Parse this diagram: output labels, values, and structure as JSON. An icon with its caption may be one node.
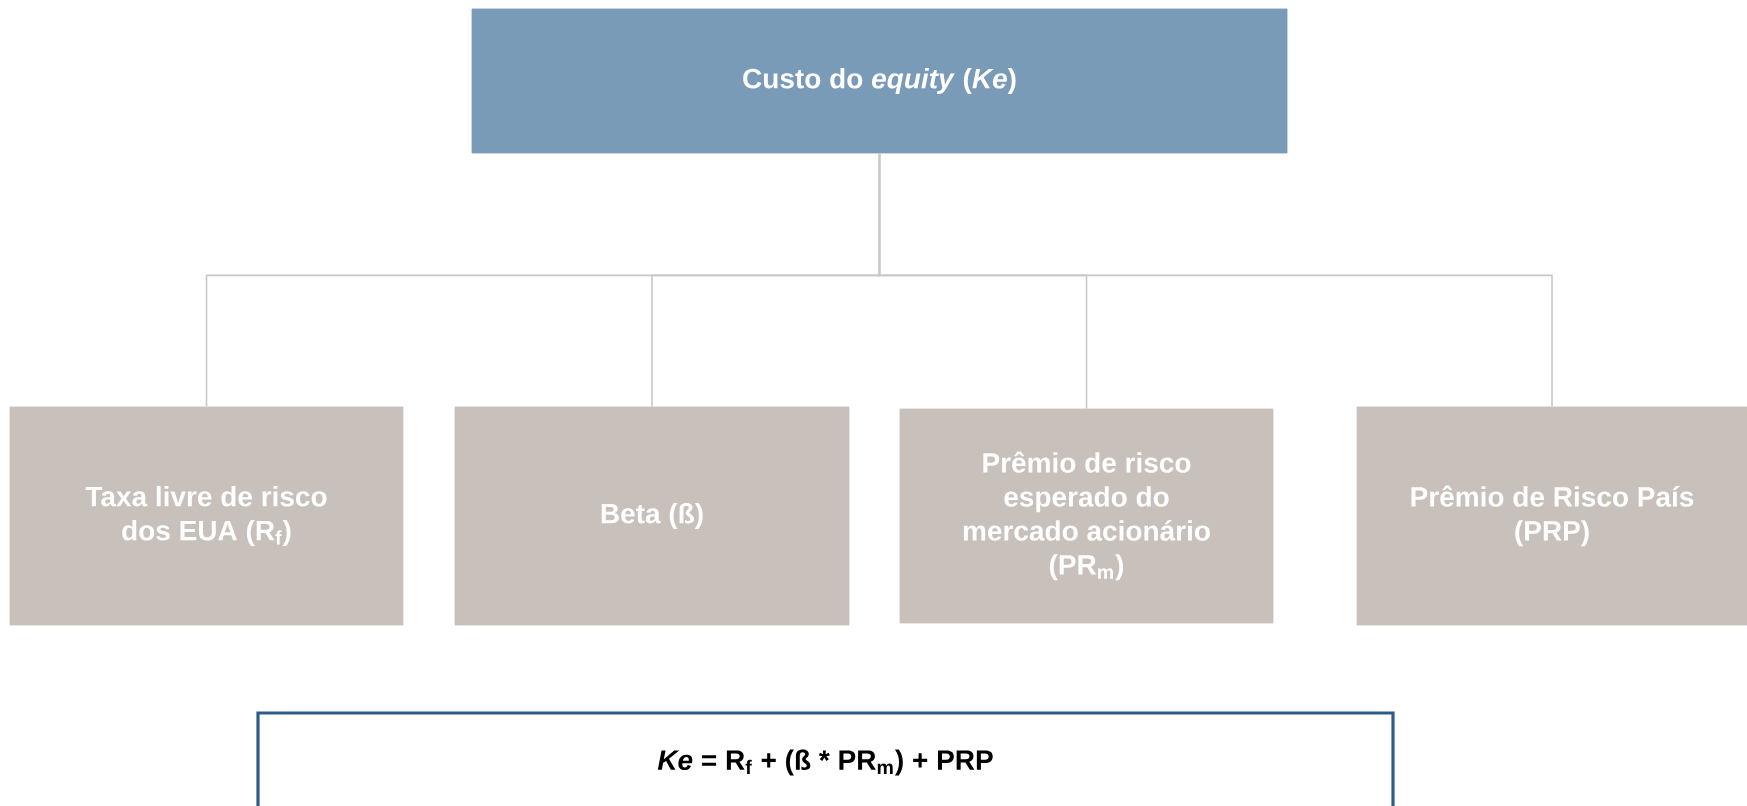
{
  "diagram": {
    "nodes": [
      {
        "text": [
          "Custo do *equity* (*Ke*)"
        ]
      },
      {
        "text": [
          "Taxa livre de risco dos EUA (R$_{f}$)"
        ]
      },
      {
        "text": [
          "Beta (ß)"
        ]
      },
      {
        "text": [
          "Prêmio de risco esperado do mercado acionário (PR$_{m}$)"
        ]
      },
      {
        "text": [
          "Prêmio de Risco País (PRP)"
        ]
      },
      {
        "text": [
          "*Ke* = R$_{f}$ + (ß * PR$_{m}$) + PRP"
        ]
      }
    ],
    "edges": [
      {
        "from": 0,
        "to": 1,
        "arrow": "none"
      },
      {
        "from": 0,
        "to": 2,
        "arrow": "none"
      },
      {
        "from": 0,
        "to": 3,
        "arrow": "none"
      },
      {
        "from": 0,
        "to": 4,
        "arrow": "none"
      }
    ]
  }
}
